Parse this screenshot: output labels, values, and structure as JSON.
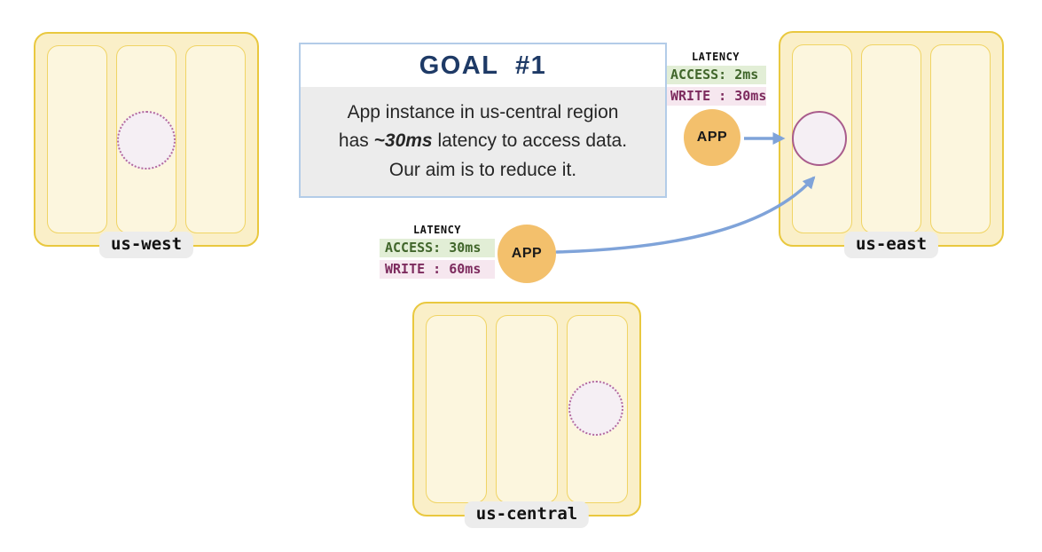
{
  "goal": {
    "title": "GOAL  #1",
    "body": {
      "line1": "App instance in us-central region",
      "line2_pre": "has ",
      "line2_strong": "~30ms",
      "line2_post": " latency to access data.",
      "line3": "Our aim is to reduce it."
    }
  },
  "regions": {
    "us_west": {
      "label": "us-west"
    },
    "us_east": {
      "label": "us-east"
    },
    "us_central": {
      "label": "us-central"
    }
  },
  "latency": {
    "east_app": {
      "title": "LATENCY",
      "access": "ACCESS: 2ms",
      "write": "WRITE : 30ms"
    },
    "central_app": {
      "title": "LATENCY",
      "access": "ACCESS: 30ms",
      "write": "WRITE : 60ms"
    }
  },
  "apps": {
    "east": {
      "label": "APP"
    },
    "central": {
      "label": "APP"
    }
  },
  "colors": {
    "region_fill": "#FAEFC8",
    "region_border": "#E9C83F",
    "zone_fill": "#FCF6DE",
    "zone_border": "#F0D464",
    "db_fill": "#F5EFF4",
    "db_border": "#A95C8C",
    "db_dotted_border": "#B36AA0",
    "app_fill": "#F3C06C",
    "arrow": "#7FA3D9",
    "goal_border": "#B3CCE8",
    "goal_title": "#1E3A66",
    "goal_body_bg": "#ECECEC",
    "access_bg": "#E2EED6",
    "access_text": "#41662B",
    "write_bg": "#F6E7EF",
    "write_text": "#7D2B5E",
    "label_pill_bg": "#ECECEC"
  }
}
